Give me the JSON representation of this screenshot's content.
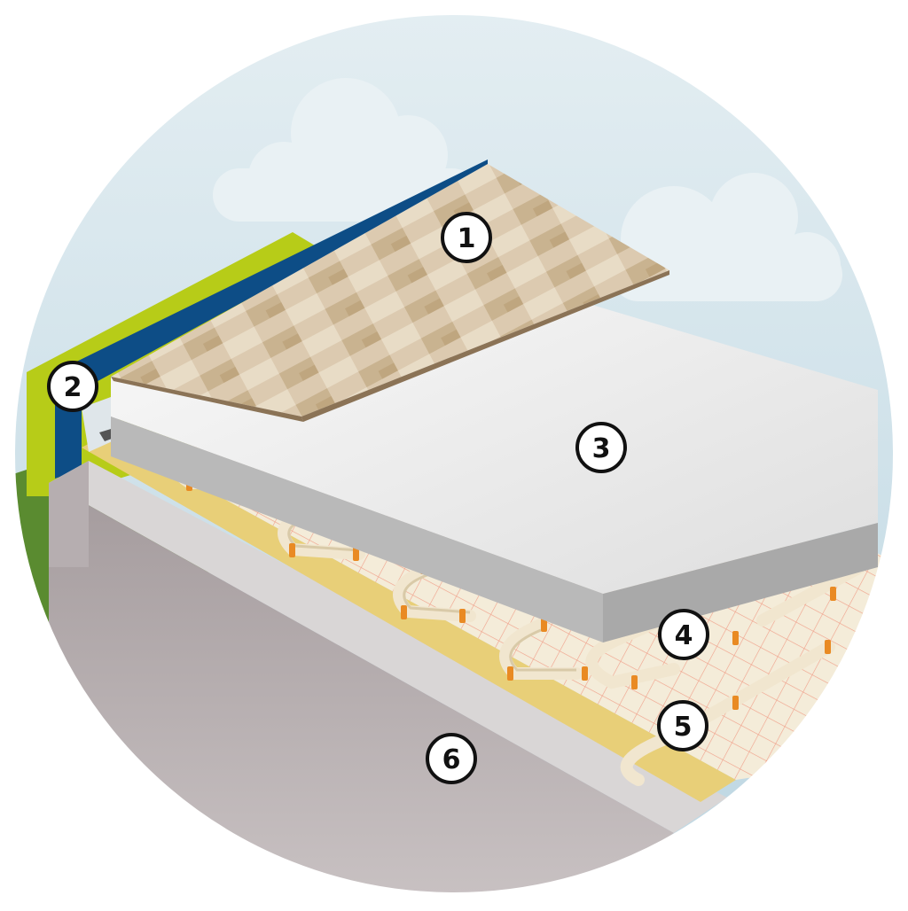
{
  "markers": [
    {
      "id": "1",
      "label": "1",
      "layer": "wood-parquet-floor"
    },
    {
      "id": "2",
      "label": "2",
      "layer": "edge-insulation-strip"
    },
    {
      "id": "3",
      "label": "3",
      "layer": "screed"
    },
    {
      "id": "4",
      "label": "4",
      "layer": "heating-pipe"
    },
    {
      "id": "5",
      "label": "5",
      "layer": "pipe-carrier-mat"
    },
    {
      "id": "6",
      "label": "6",
      "layer": "concrete-base"
    }
  ],
  "colors": {
    "sky": "#cfe3ec",
    "cloud": "#e9f1f4",
    "grass": "#5a8b30",
    "wall_lime": "#b7cc18",
    "wall_blue": "#0d4d86",
    "parquet": "#d8c5a6",
    "parquet_edge": "#8b7356",
    "screed_top": "#eeeeee",
    "screed_side": "#b9b9b9",
    "mat": "#f4ecd9",
    "mat_grid": "#f0a08a",
    "insulation": "#e8cf78",
    "concrete_top": "#d9d6d6",
    "concrete_side": "#a9a1a3",
    "pipe": "#f1e6cf",
    "clip": "#e98a23",
    "marker_fill": "#ffffff",
    "marker_stroke": "#111111"
  }
}
